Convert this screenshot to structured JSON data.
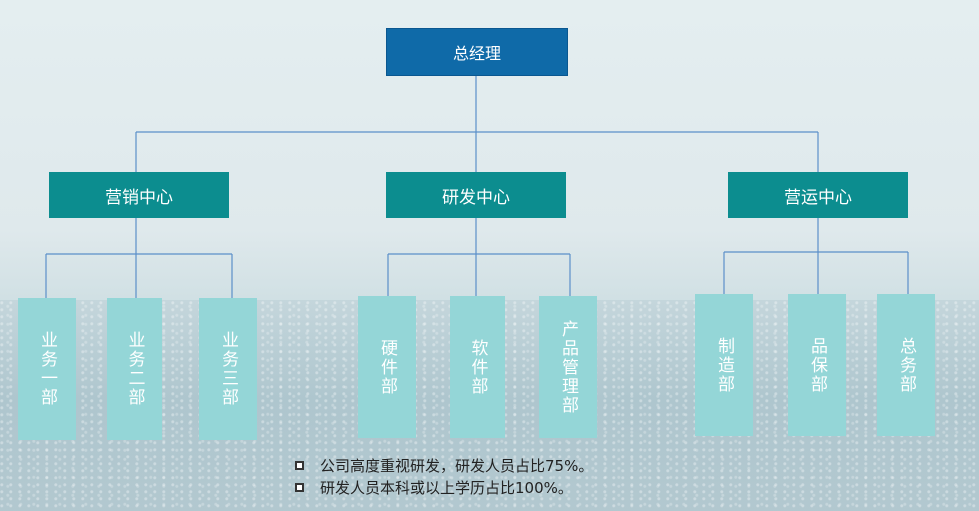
{
  "root": {
    "label": "总经理"
  },
  "centers": [
    {
      "label": "营销中心",
      "depts": [
        "业务一部",
        "业务二部",
        "业务三部"
      ]
    },
    {
      "label": "研发中心",
      "depts": [
        "硬件部",
        "软件部",
        "产品管理部"
      ]
    },
    {
      "label": "营运中心",
      "depts": [
        "制造部",
        "品保部",
        "总务部"
      ]
    }
  ],
  "notes": [
    "公司高度重视研发，研发人员占比75%。",
    "研发人员本科或以上学历占比100%。"
  ],
  "colors": {
    "root": "#0f6aa8",
    "center": "#0c8d8f",
    "dept": "#94d6d7",
    "line": "#5b8fc9"
  }
}
